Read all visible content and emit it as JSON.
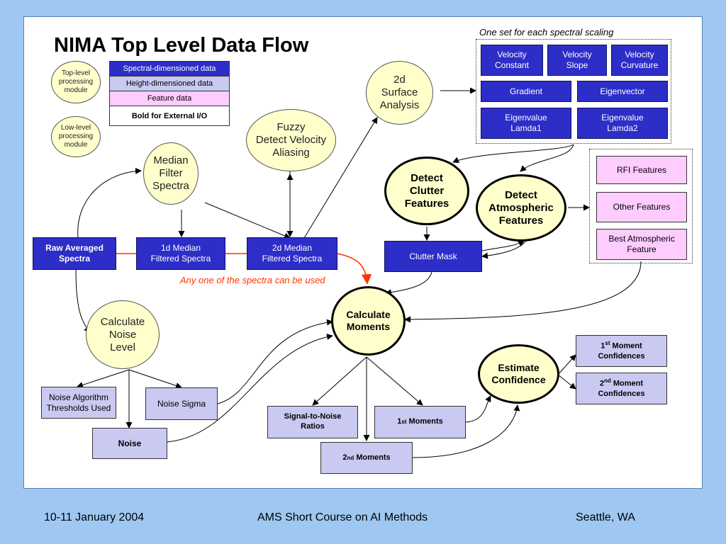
{
  "title": "NIMA Top Level Data Flow",
  "legend": {
    "circle_top": "Top-level\nprocessing\nmodule",
    "circle_low": "Low-level\nprocessing\nmodule",
    "rows": [
      "Spectral-dimensioned data",
      "Height-dimensioned data",
      "Feature  data",
      "Bold for External I/O"
    ]
  },
  "nodes": {
    "median_filter": "Median\nFilter\nSpectra",
    "fuzzy_detect": "Fuzzy\nDetect Velocity\nAliasing",
    "surface_analysis": "2d\nSurface\nAnalysis",
    "detect_clutter": "Detect\nClutter\nFeatures",
    "detect_atmospheric": "Detect\nAtmospheric\nFeatures",
    "calculate_noise": "Calculate\nNoise\nLevel",
    "calculate_moments": "Calculate\nMoments",
    "estimate_confidence": "Estimate\nConfidence"
  },
  "spectral_set_caption": "One set  for each spectral scaling",
  "spectral_set": [
    "Velocity\nConstant",
    "Velocity\nSlope",
    "Velocity\nCurvature",
    "Gradient",
    "Eigenvector",
    "Eigenvalue\nLamda1",
    "Eigenvalue\nLamda2"
  ],
  "boxes": {
    "raw_spectra": "Raw Averaged\nSpectra",
    "median_1d": "1d Median\nFiltered Spectra",
    "median_2d": "2d Median\nFiltered Spectra",
    "clutter_mask": "Clutter Mask",
    "rfi_features": "RFI Features",
    "other_features": "Other Features",
    "best_atmospheric": "Best Atmospheric\nFeature",
    "noise_thresholds": "Noise Algorithm\nThresholds Used",
    "noise_sigma": "Noise Sigma",
    "noise": "Noise",
    "snr": "Signal-to-Noise\nRatios",
    "moment1": "1",
    "moment1_sup": "st",
    "moment1_tail": " Moments",
    "moment2": "2",
    "moment2_sup": "nd",
    "moment2_tail": " Moments",
    "conf1": "1",
    "conf1_sup": "st",
    "conf1_tail": " Moment\nConfidences",
    "conf2": "2",
    "conf2_sup": "nd",
    "conf2_tail": " Moment\nConfidences"
  },
  "annotation": "Any one of the spectra can be used",
  "footer": {
    "left": "10-11 January 2004",
    "center": "AMS Short Course on AI Methods",
    "right": "Seattle, WA"
  },
  "colors": {
    "background": "#9ec8f2",
    "spectral": "#2d2dc8",
    "height": "#c9c9f2",
    "feature": "#ffccff",
    "module": "#ffffcc",
    "annotation": "#ff3300"
  }
}
